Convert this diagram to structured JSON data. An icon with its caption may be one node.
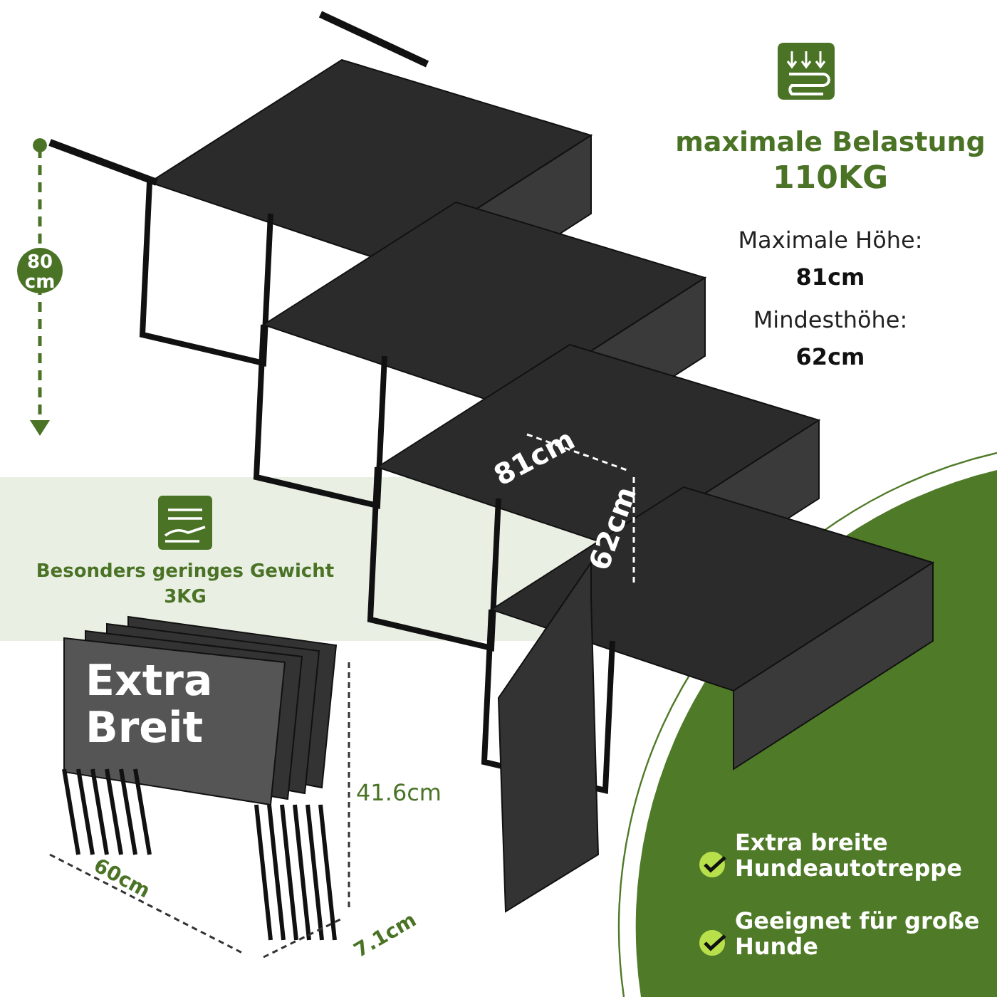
{
  "diagram": {
    "labels": [
      "maximale Belastung",
      "110KG",
      "80 cm",
      "Maximale Höhe:",
      "81cm",
      "Mindesthöhe:",
      "62cm",
      "81cm",
      "62cm",
      "Besonders geringes Gewicht",
      "3KG",
      "Extra Breit",
      "41.6cm",
      "60cm",
      "7.1cm",
      "Extra breite Hundeautotreppe",
      "Geeignet für große Hunde"
    ]
  }
}
